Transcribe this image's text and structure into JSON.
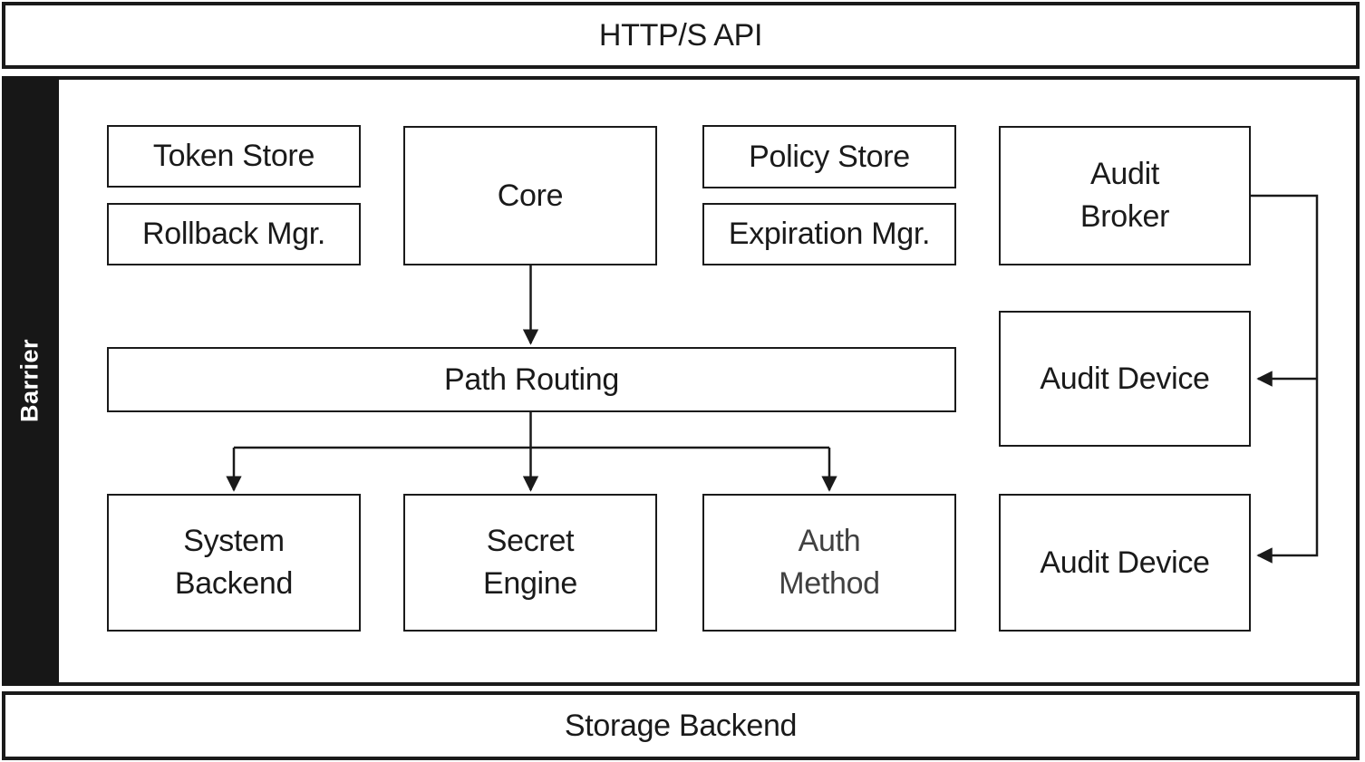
{
  "banners": {
    "top": "HTTP/S API",
    "bottom": "Storage Backend"
  },
  "barrier": {
    "label": "Barrier"
  },
  "nodes": {
    "token_store": "Token Store",
    "rollback_mgr": "Rollback Mgr.",
    "core": "Core",
    "policy_store": "Policy Store",
    "expiration_mgr": "Expiration Mgr.",
    "audit_broker": "Audit\nBroker",
    "path_routing": "Path Routing",
    "audit_device_top": "Audit Device",
    "system_backend": "System\nBackend",
    "secret_engine": "Secret\nEngine",
    "auth_method": "Auth\nMethod",
    "audit_device_bottom": "Audit Device"
  },
  "edges": [
    {
      "from": "Core",
      "to": "Path Routing",
      "direction": "down"
    },
    {
      "from": "Path Routing",
      "to": "System Backend",
      "direction": "down"
    },
    {
      "from": "Path Routing",
      "to": "Secret Engine",
      "direction": "down"
    },
    {
      "from": "Path Routing",
      "to": "Auth Method",
      "direction": "down"
    },
    {
      "from": "Audit Broker",
      "to": "Audit Device (top)",
      "direction": "right-down-left"
    },
    {
      "from": "Audit Broker",
      "to": "Audit Device (bottom)",
      "direction": "right-down-left"
    }
  ],
  "colors": {
    "ink": "#1a1a1a",
    "muted": "#414141",
    "barrier_bg": "#171717",
    "barrier_text": "#ffffff",
    "bg": "#ffffff"
  }
}
